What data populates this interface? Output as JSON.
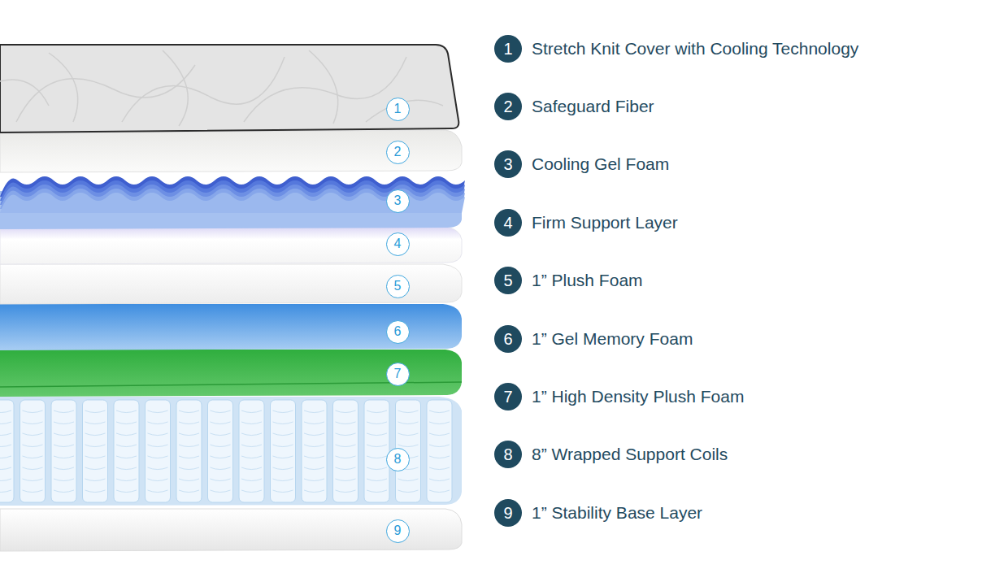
{
  "diagram": {
    "nodes": [
      {
        "text": [
          "1"
        ]
      },
      {
        "text": [
          "2"
        ]
      },
      {
        "text": [
          "3"
        ]
      },
      {
        "text": [
          "4"
        ]
      },
      {
        "text": [
          "5"
        ]
      },
      {
        "text": [
          "6"
        ]
      },
      {
        "text": [
          "7"
        ]
      },
      {
        "text": [
          "8"
        ]
      },
      {
        "text": [
          "9"
        ]
      },
      {
        "text": [
          "1",
          "Stretch Knit Cover with Cooling Technology"
        ]
      },
      {
        "text": [
          "2",
          "Safeguard Fiber"
        ]
      },
      {
        "text": [
          "3",
          "Cooling Gel Foam"
        ]
      },
      {
        "text": [
          "4",
          "Firm Support Layer"
        ]
      },
      {
        "text": [
          "5",
          "1” Plush Foam"
        ]
      },
      {
        "text": [
          "6",
          "1” Gel Memory Foam"
        ]
      },
      {
        "text": [
          "7",
          "1” High Density Plush Foam"
        ]
      },
      {
        "text": [
          "8",
          "8” Wrapped Support Coils"
        ]
      },
      {
        "text": [
          "9",
          "1” Stability Base Layer"
        ]
      }
    ]
  }
}
